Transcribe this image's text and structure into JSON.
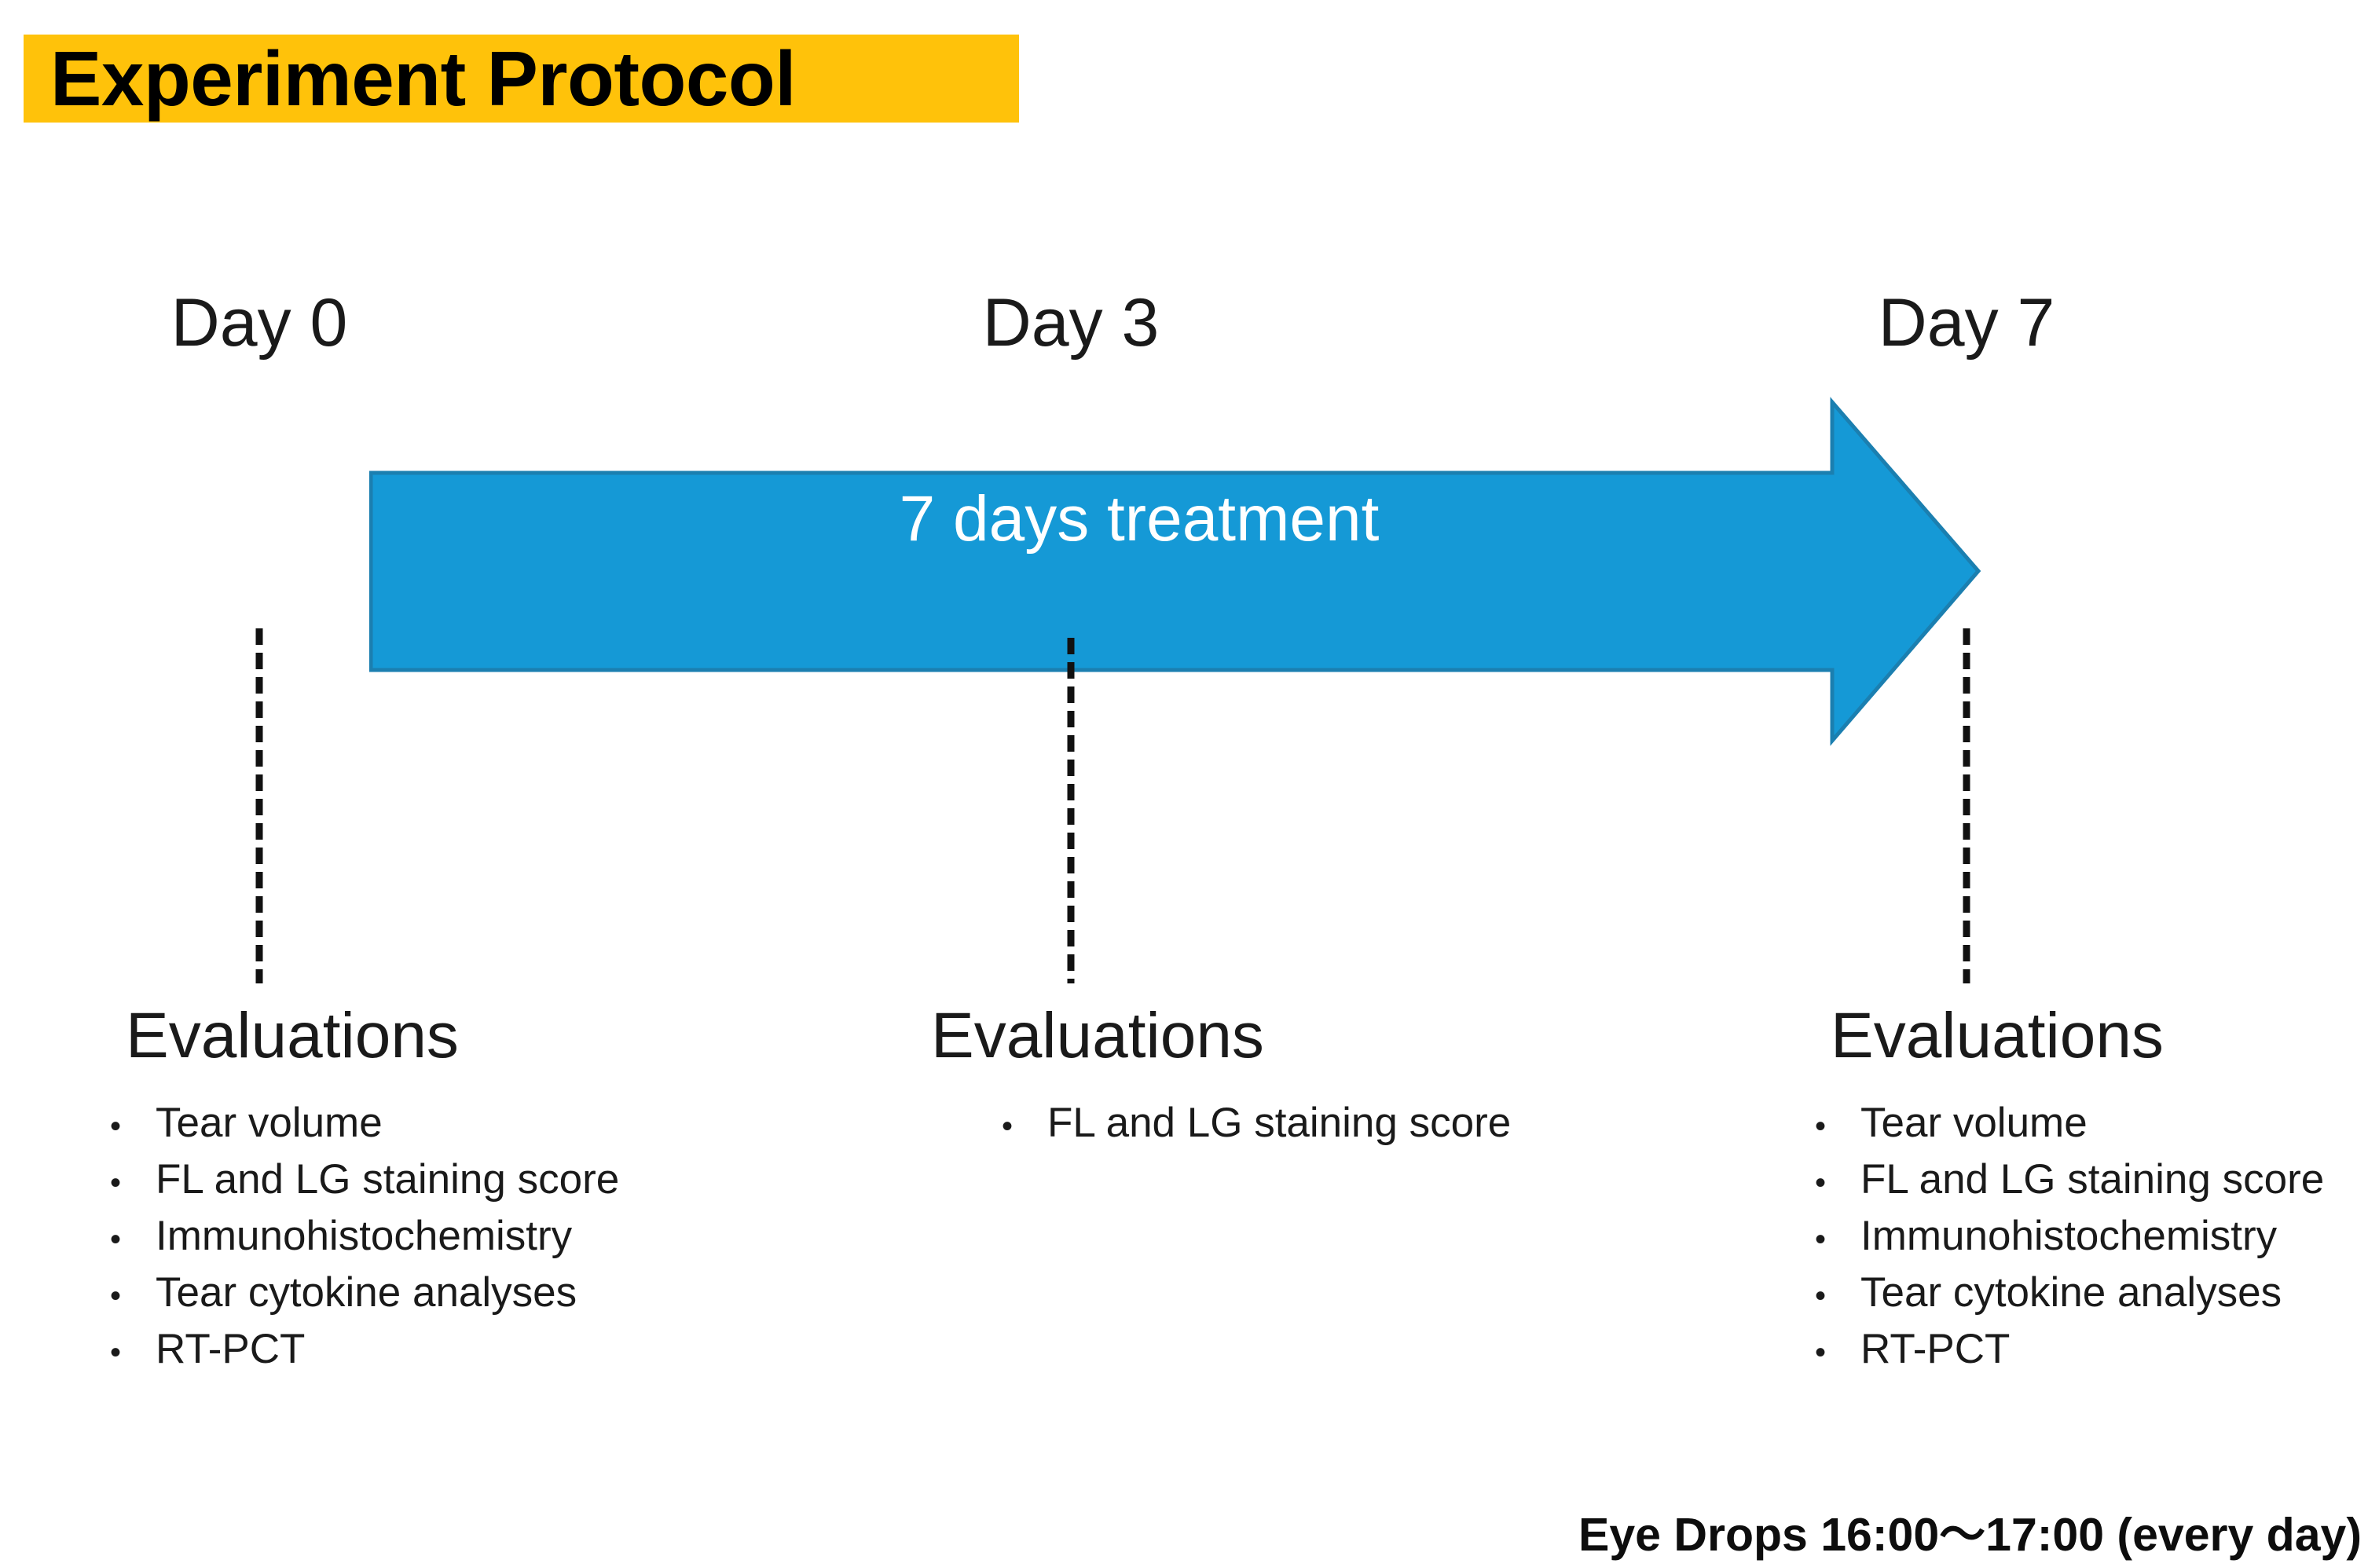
{
  "slide": {
    "title": "Experiment Protocol",
    "banner_color": "#FFC20A",
    "arrow_color": "#1599D6",
    "arrow_outline_color": "#1B7FB0",
    "text_color": "#1a1a1a"
  },
  "timeline": {
    "day_labels": [
      {
        "label": "Day 0"
      },
      {
        "label": "Day 3"
      },
      {
        "label": "Day 7"
      }
    ],
    "arrow_label": "7 days treatment"
  },
  "columns": [
    {
      "heading": "Evaluations",
      "bullet_glyph": "•",
      "items": [
        "Tear volume",
        "FL and LG staining score",
        "Immunohistochemistry",
        "Tear cytokine analyses",
        "RT-PCT"
      ]
    },
    {
      "heading": "Evaluations",
      "bullet_glyph": "•",
      "items": [
        "FL and LG staining score"
      ]
    },
    {
      "heading": "Evaluations",
      "bullet_glyph": "•",
      "items": [
        "Tear volume",
        "FL and LG staining score",
        "Immunohistochemistry",
        "Tear cytokine analyses",
        "RT-PCT"
      ]
    }
  ],
  "footer": {
    "note": "Eye Drops 16:00〜17:00 (every day)"
  }
}
